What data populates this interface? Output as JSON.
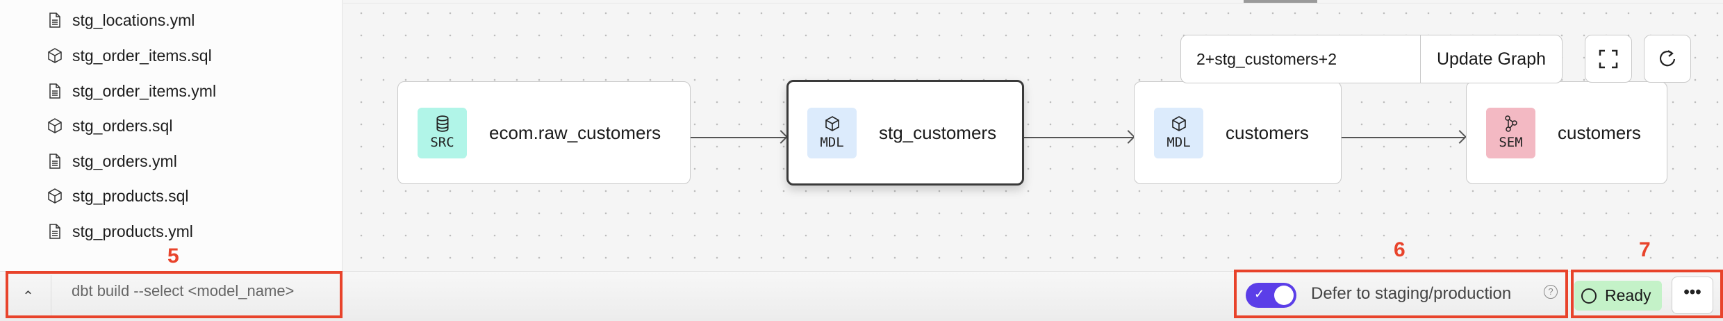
{
  "sidebar": {
    "files": [
      {
        "name": "stg_locations.yml",
        "icon": "file-icon"
      },
      {
        "name": "stg_order_items.sql",
        "icon": "cube-icon"
      },
      {
        "name": "stg_order_items.yml",
        "icon": "file-icon"
      },
      {
        "name": "stg_orders.sql",
        "icon": "cube-icon"
      },
      {
        "name": "stg_orders.yml",
        "icon": "file-icon"
      },
      {
        "name": "stg_products.sql",
        "icon": "cube-icon"
      },
      {
        "name": "stg_products.yml",
        "icon": "file-icon"
      }
    ]
  },
  "graph": {
    "selector_value": "2+stg_customers+2",
    "update_label": "Update Graph",
    "nodes": [
      {
        "badge": "SRC",
        "label": "ecom.raw_customers",
        "color": "#b1f5e8",
        "icon": "database-icon"
      },
      {
        "badge": "MDL",
        "label": "stg_customers",
        "color": "#dcebfc",
        "icon": "cube-icon",
        "selected": true
      },
      {
        "badge": "MDL",
        "label": "customers",
        "color": "#dcebfc",
        "icon": "cube-icon"
      },
      {
        "badge": "SEM",
        "label": "customers",
        "color": "#f3b9c3",
        "icon": "semantic-graph-icon"
      }
    ]
  },
  "bottombar": {
    "command_placeholder": "dbt build --select <model_name>",
    "defer_label": "Defer to staging/production",
    "defer_enabled": true,
    "help": "?",
    "status": "Ready",
    "more": "•••",
    "toggle_color": "#5b3ee8",
    "status_color": "#c4f2c8"
  },
  "annotations": {
    "a5": "5",
    "a6": "6",
    "a7": "7",
    "color": "#e8432b"
  }
}
